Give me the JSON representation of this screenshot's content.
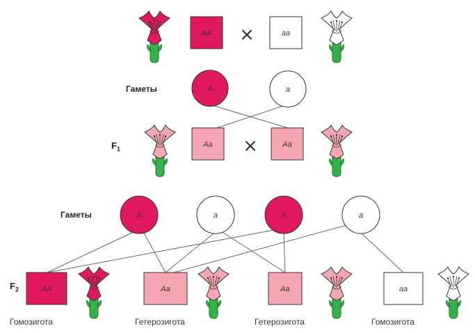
{
  "colors": {
    "dominant": "#e0185f",
    "hetero": "#f5a6b0",
    "recessive": "#ffffff",
    "stem": "#35b34a",
    "line": "#666666"
  },
  "parents": {
    "left_genotype": "AA",
    "right_genotype": "aa",
    "cross_symbol": "×"
  },
  "gametes_1": {
    "label": "Гаметы",
    "items": [
      "A",
      "a"
    ]
  },
  "f1": {
    "label_main": "F",
    "label_sub": "1",
    "left_genotype": "Aa",
    "right_genotype": "Aa",
    "cross_symbol": "×"
  },
  "gametes_2": {
    "label": "Гаметы",
    "items": [
      "A",
      "a",
      "A",
      "a"
    ]
  },
  "f2": {
    "label_main": "F",
    "label_sub": "2",
    "offspring": [
      {
        "genotype": "AA",
        "caption": "Гомозигота",
        "type": "dominant"
      },
      {
        "genotype": "Aa",
        "caption": "Гетерозигота",
        "type": "hetero"
      },
      {
        "genotype": "Aa",
        "caption": "Гетерозигота",
        "type": "hetero"
      },
      {
        "genotype": "aa",
        "caption": "Гомозигота",
        "type": "recessive"
      }
    ]
  }
}
